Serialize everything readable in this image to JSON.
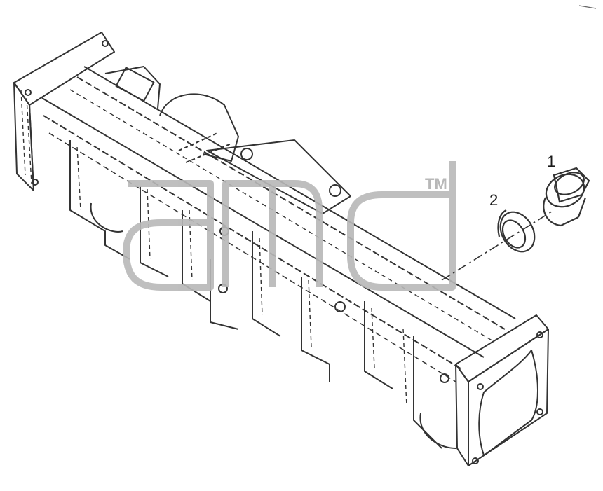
{
  "diagram": {
    "callouts": [
      {
        "id": "plug",
        "label": "1"
      },
      {
        "id": "seal-ring",
        "label": "2"
      }
    ],
    "watermark": {
      "logo_text": "amd",
      "trademark": "TM"
    },
    "colors": {
      "line": "#333333",
      "watermark": "#b8b8b8",
      "background": "#ffffff"
    }
  }
}
